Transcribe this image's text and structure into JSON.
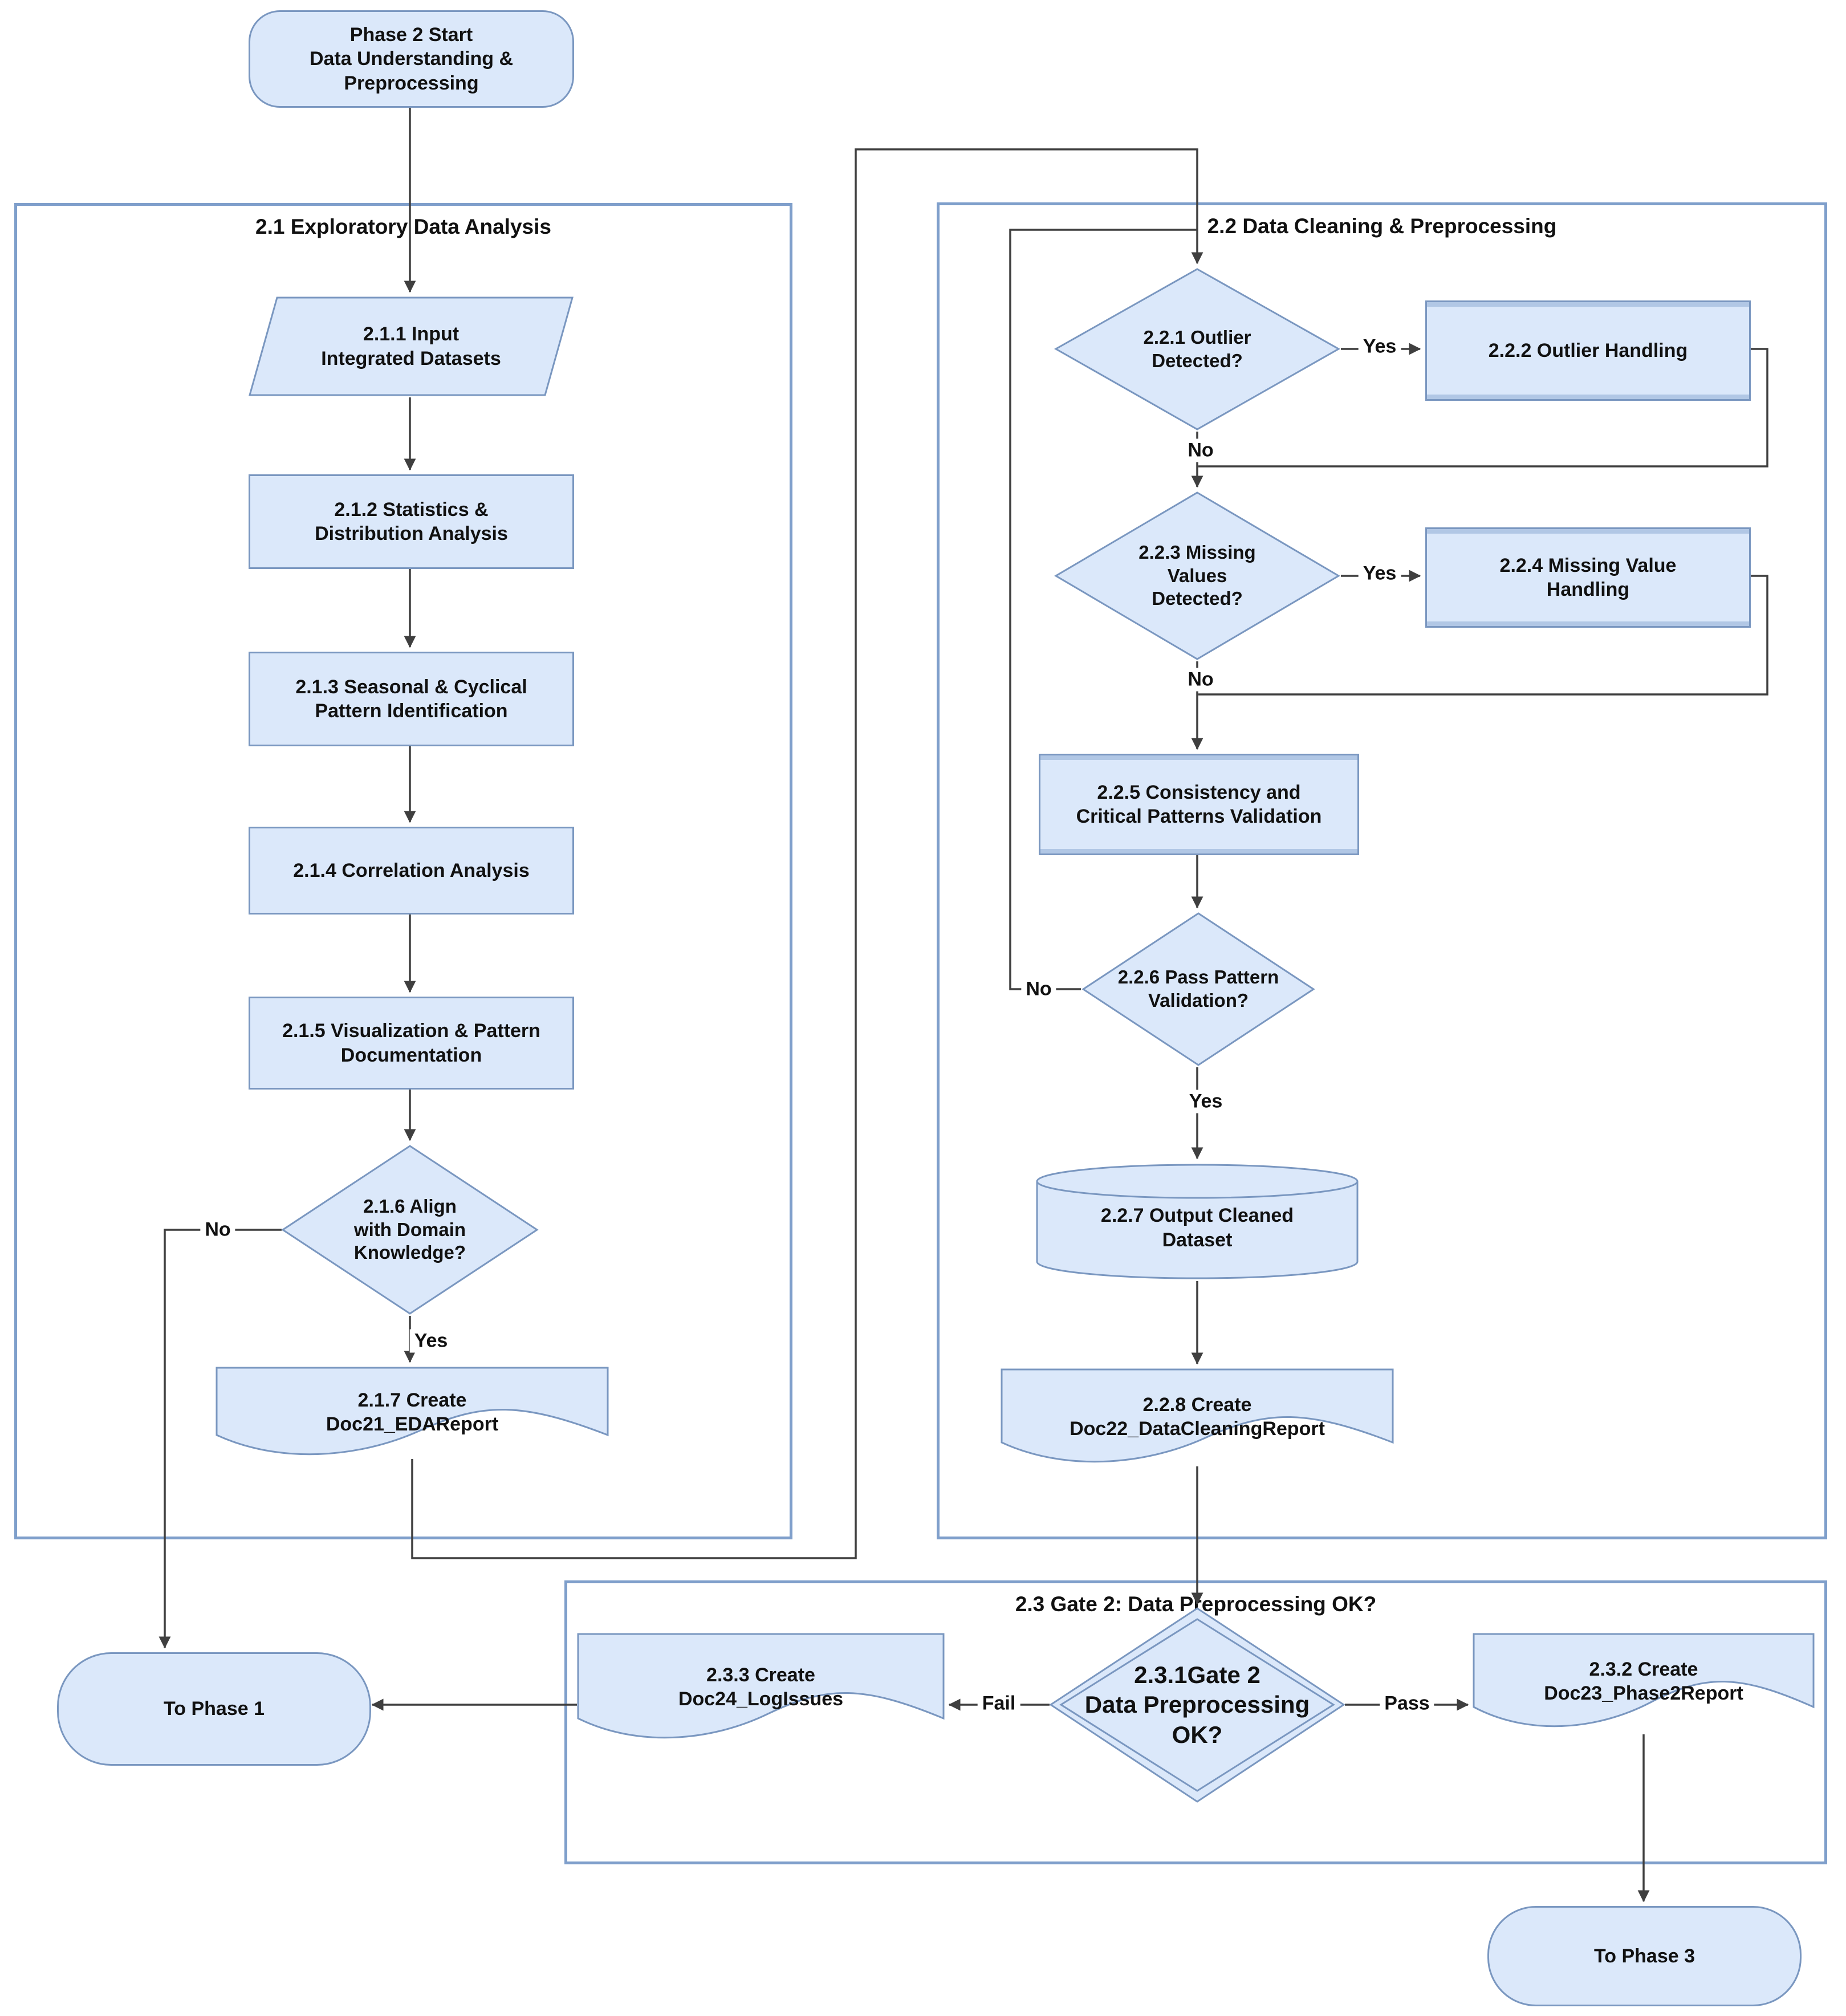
{
  "colors": {
    "node_fill": "#dbe8fa",
    "node_border": "#7a97c0",
    "container_border": "#7f9fcb",
    "line": "#3f3f3f",
    "text": "#111111"
  },
  "containers": {
    "c21": {
      "label": "2.1 Exploratory Data Analysis"
    },
    "c22": {
      "label": "2.2 Data Cleaning & Preprocessing"
    },
    "c23": {
      "label": "2.3 Gate 2: Data Preprocessing OK?"
    }
  },
  "nodes": {
    "start": {
      "shape": "terminator",
      "label": "Phase 2 Start\nData Understanding &\nPreprocessing"
    },
    "n211": {
      "shape": "parallelogram",
      "label": "2.1.1 Input\nIntegrated Datasets"
    },
    "n212": {
      "shape": "process",
      "label": "2.1.2 Statistics &\nDistribution Analysis"
    },
    "n213": {
      "shape": "process",
      "label": "2.1.3 Seasonal & Cyclical\nPattern Identification"
    },
    "n214": {
      "shape": "process",
      "label": "2.1.4 Correlation Analysis"
    },
    "n215": {
      "shape": "process",
      "label": "2.1.5 Visualization & Pattern\nDocumentation"
    },
    "n216": {
      "shape": "decision",
      "label": "2.1.6 Align\nwith Domain\nKnowledge?"
    },
    "n217": {
      "shape": "document",
      "label": "2.1.7 Create\nDoc21_EDAReport"
    },
    "to_phase_1": {
      "shape": "terminator",
      "label": "To Phase 1"
    },
    "n221": {
      "shape": "decision",
      "label": "2.2.1 Outlier\nDetected?"
    },
    "n222": {
      "shape": "process",
      "label": "2.2.2 Outlier Handling"
    },
    "n223": {
      "shape": "decision",
      "label": "2.2.3 Missing\nValues\nDetected?"
    },
    "n224": {
      "shape": "process",
      "label": "2.2.4 Missing Value\nHandling"
    },
    "n225": {
      "shape": "process",
      "label": "2.2.5 Consistency and\nCritical Patterns Validation"
    },
    "n226": {
      "shape": "decision",
      "label": "2.2.6 Pass Pattern\nValidation?"
    },
    "n227": {
      "shape": "database",
      "label": "2.2.7 Output Cleaned\nDataset"
    },
    "n228": {
      "shape": "document",
      "label": "2.2.8 Create\nDoc22_DataCleaningReport"
    },
    "n231": {
      "shape": "gate-decision",
      "label": "2.3.1Gate 2\nData Preprocessing\nOK?"
    },
    "n232": {
      "shape": "document",
      "label": "2.3.2 Create\nDoc23_Phase2Report"
    },
    "n233": {
      "shape": "document",
      "label": "2.3.3 Create\nDoc24_LogIssues"
    },
    "to_phase_3": {
      "shape": "terminator",
      "label": "To Phase 3"
    }
  },
  "edge_labels": {
    "n216_yes": "Yes",
    "n216_no": "No",
    "n221_yes": "Yes",
    "n221_no": "No",
    "n223_yes": "Yes",
    "n223_no": "No",
    "n226_yes": "Yes",
    "n226_no": "No",
    "n231_fail": "Fail",
    "n231_pass": "Pass"
  }
}
